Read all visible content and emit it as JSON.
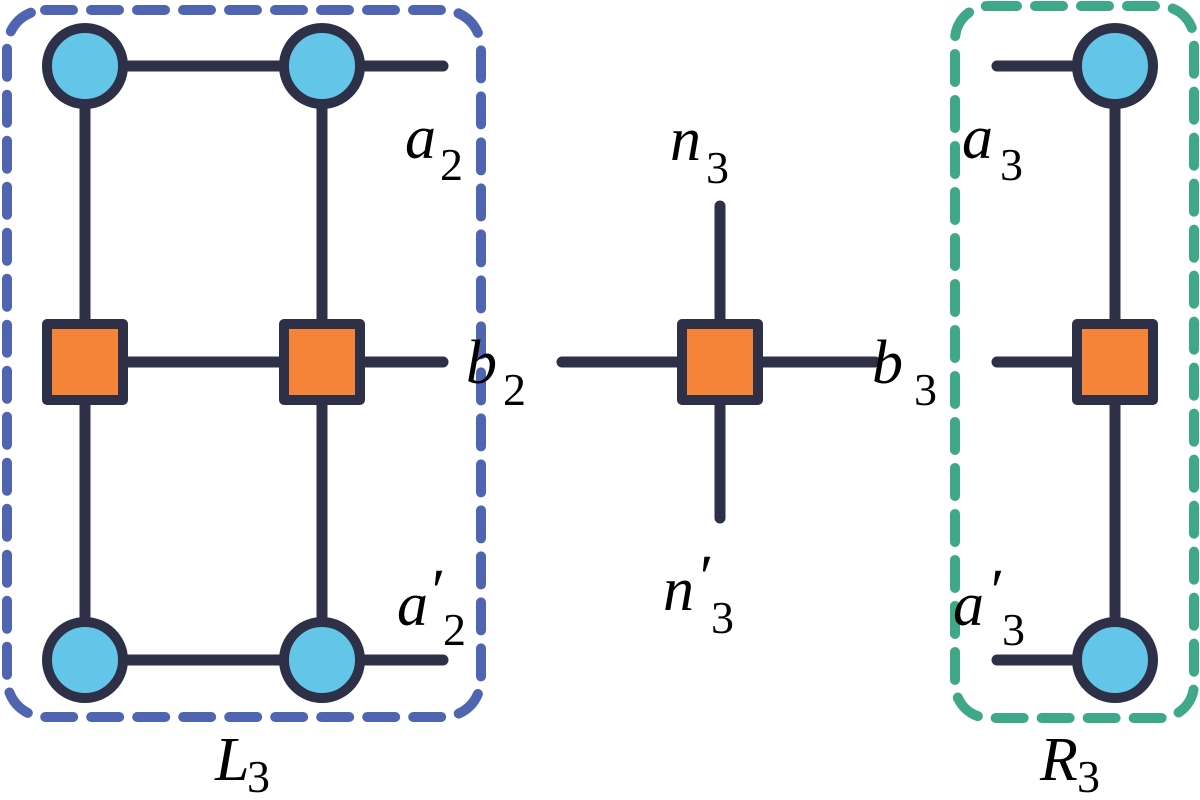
{
  "diagram": {
    "type": "tensor-network",
    "colors": {
      "edge": "#2e3047",
      "circle_fill": "#63c6e9",
      "square_fill": "#f58439",
      "left_group": "#5065b1",
      "right_group": "#3fa888"
    },
    "groups": [
      {
        "id": "L3",
        "label_main": "L",
        "label_sub": "3",
        "color_key": "left_group"
      },
      {
        "id": "R3",
        "label_main": "R",
        "label_sub": "3",
        "color_key": "right_group"
      }
    ],
    "labels": {
      "a2": {
        "main": "a",
        "prime": "",
        "sub": "2"
      },
      "a2p": {
        "main": "a",
        "prime": "′",
        "sub": "2"
      },
      "b2": {
        "main": "b",
        "prime": "",
        "sub": "2"
      },
      "n3": {
        "main": "n",
        "prime": "",
        "sub": "3"
      },
      "n3p": {
        "main": "n",
        "prime": "′",
        "sub": "3"
      },
      "b3": {
        "main": "b",
        "prime": "",
        "sub": "3"
      },
      "a3": {
        "main": "a",
        "prime": "",
        "sub": "3"
      },
      "a3p": {
        "main": "a",
        "prime": "′",
        "sub": "3"
      }
    },
    "nodes": [
      {
        "id": "L-top-1",
        "shape": "circle",
        "group": "L3"
      },
      {
        "id": "L-top-2",
        "shape": "circle",
        "group": "L3"
      },
      {
        "id": "L-mid-1",
        "shape": "square",
        "group": "L3"
      },
      {
        "id": "L-mid-2",
        "shape": "square",
        "group": "L3"
      },
      {
        "id": "L-bot-1",
        "shape": "circle",
        "group": "L3"
      },
      {
        "id": "L-bot-2",
        "shape": "circle",
        "group": "L3"
      },
      {
        "id": "center",
        "shape": "square",
        "group": ""
      },
      {
        "id": "R-top",
        "shape": "circle",
        "group": "R3"
      },
      {
        "id": "R-mid",
        "shape": "square",
        "group": "R3"
      },
      {
        "id": "R-bot",
        "shape": "circle",
        "group": "R3"
      }
    ]
  }
}
